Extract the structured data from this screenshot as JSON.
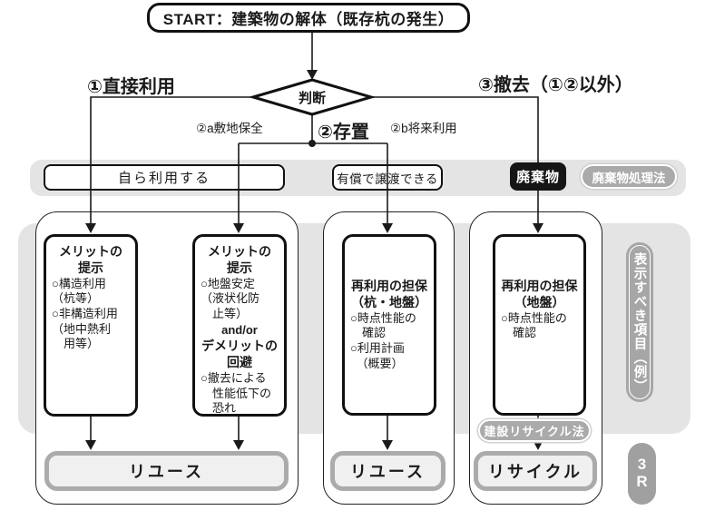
{
  "start_label": "START：建築物の解体（既存杭の発生）",
  "decision_label": "判断",
  "branch_labels": {
    "direct_use": "①直接利用",
    "preservation": "②存置",
    "site_preservation": "②a敷地保全",
    "future_use": "②b将来利用",
    "removal": "③撤去（①②以外）"
  },
  "row1": {
    "self_use": "自ら利用する",
    "transfer_for_value": "有償で譲渡できる",
    "waste": "廃棄物",
    "waste_law_badge": "廃棄物処理法"
  },
  "boxes": {
    "b1": {
      "title": "メリットの\n提示",
      "body": "○構造利用\n（杭等）\n○非構造利用\n（地中熱利\n　用等）"
    },
    "b2": {
      "title": "メリットの\n提示",
      "body": "○地盤安定\n（液状化防\n　止等）",
      "connector": "and/or",
      "title2": "デメリットの\n回避",
      "body2": "○撤去による\n　性能低下の\n　恐れ"
    },
    "b3": {
      "title": "再利用の担保\n（杭・地盤）",
      "body": "○時点性能の\n　確認\n○利用計画\n　（概要）"
    },
    "b4": {
      "title": "再利用の担保\n（地盤）",
      "body": "○時点性能の\n　確認"
    }
  },
  "badges": {
    "recycle_law": "建設リサイクル法",
    "side_label": "表示すべき項目（例）",
    "three_r": "3\nR"
  },
  "outcomes": {
    "reuse1": "リユース",
    "reuse2": "リユース",
    "recycle": "リサイクル"
  },
  "colors": {
    "zone_gray": "#e4e4e4",
    "badge_gray": "#a8a8a8",
    "line_black": "#1a1a1a",
    "waste_black": "#161616",
    "outcome_fill": "#f0f0f0",
    "outcome_border": "#ababab"
  }
}
